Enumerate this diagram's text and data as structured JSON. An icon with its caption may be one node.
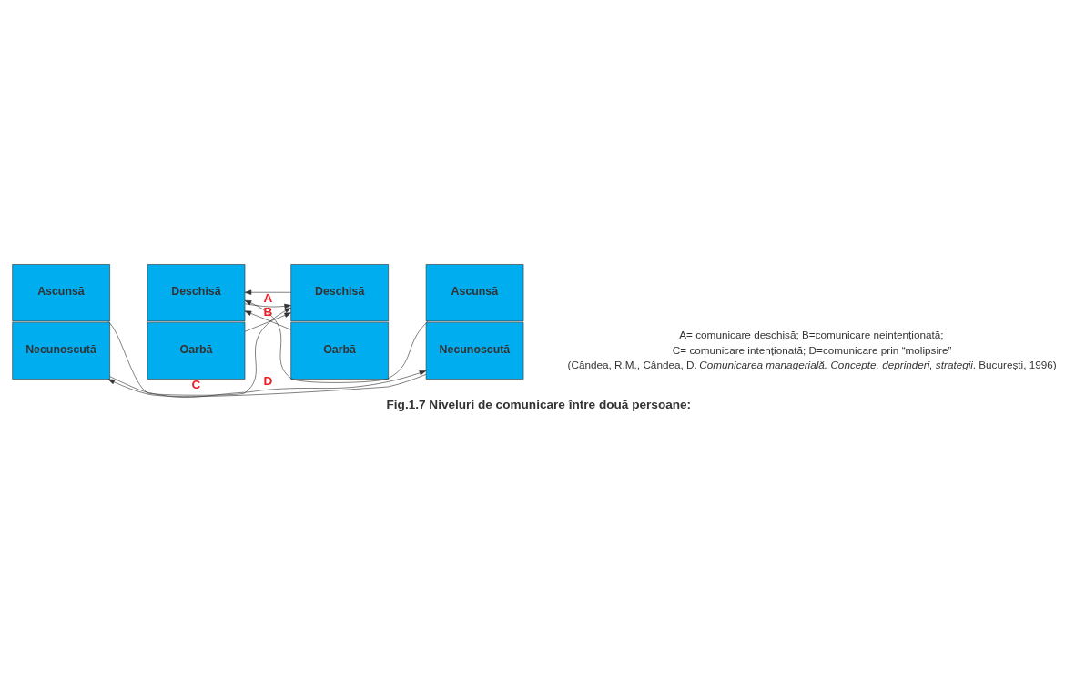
{
  "diagram": {
    "caption": "Fig.1.7 Niveluri de comunicare între două persoane:",
    "nodes": [
      {
        "text": [
          "Ascunsă"
        ]
      },
      {
        "text": [
          "Deschisă"
        ]
      },
      {
        "text": [
          "Deschisă"
        ]
      },
      {
        "text": [
          "Ascunsă"
        ]
      },
      {
        "text": [
          "Necunoscută"
        ]
      },
      {
        "text": [
          "Oarbă"
        ]
      },
      {
        "text": [
          "Oarbă"
        ]
      },
      {
        "text": [
          "Necunoscută"
        ]
      }
    ],
    "edges": [
      {
        "from": 1,
        "to": 2,
        "arrow": "to",
        "label": "A"
      },
      {
        "from": 2,
        "to": 1,
        "arrow": "to"
      },
      {
        "from": 5,
        "to": 2,
        "arrow": "to",
        "label": "B"
      },
      {
        "from": 6,
        "to": 1,
        "arrow": "to"
      },
      {
        "from": 0,
        "to": 2,
        "arrow": "to",
        "label": "C"
      },
      {
        "from": 3,
        "to": 1,
        "arrow": "to"
      },
      {
        "from": 4,
        "to": 7,
        "arrow": "to",
        "label": "D"
      },
      {
        "from": 7,
        "to": 4,
        "arrow": "to"
      }
    ],
    "labels": [
      "A= comunicare deschisă; B=comunicare neintenționată;",
      "C= comunicare intenționată; D=comunicare prin “molipsire”",
      "(Cândea, R.M., Cândea, D. *Comunicarea managerială. Concepte, deprinderi, strategii*. București, 1996)"
    ]
  }
}
